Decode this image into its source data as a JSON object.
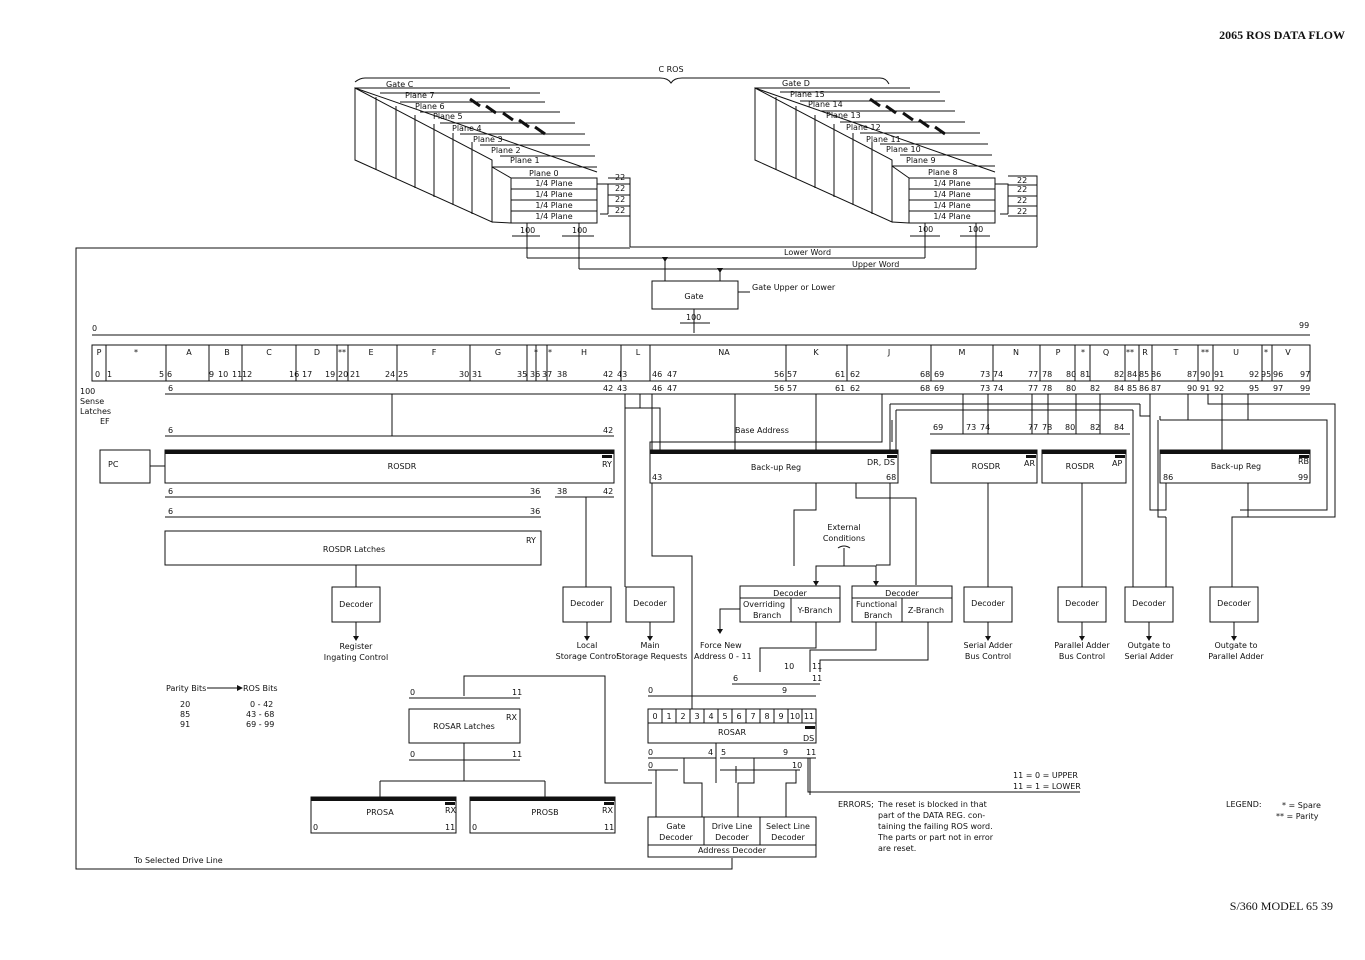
{
  "page": {
    "header": "2065 ROS DATA FLOW",
    "footer": "S/360 MODEL 65   39"
  },
  "cros": {
    "title": "C ROS",
    "gate_c": "Gate C",
    "gate_d": "Gate D",
    "left_planes": [
      "Plane 7",
      "Plane 6",
      "Plane 5",
      "Plane 4",
      "Plane 3",
      "Plane 2",
      "Plane 1",
      "Plane 0"
    ],
    "right_planes": [
      "Plane 15",
      "Plane 14",
      "Plane 13",
      "Plane 12",
      "Plane 11",
      "Plane 10",
      "Plane 9",
      "Plane 8"
    ],
    "quarter": "1/4 Plane",
    "quarter_count": "22",
    "out_count": "100",
    "lower_word": "Lower Word",
    "upper_word": "Upper Word"
  },
  "gate": {
    "label": "Gate",
    "control": "Gate Upper or Lower",
    "width": "100"
  },
  "bus": {
    "start": "0",
    "end": "99"
  },
  "fields": {
    "names": [
      {
        "id": "p",
        "t": "P"
      },
      {
        "id": "s1",
        "t": "*"
      },
      {
        "id": "a",
        "t": "A"
      },
      {
        "id": "b",
        "t": "B"
      },
      {
        "id": "c",
        "t": "C"
      },
      {
        "id": "d",
        "t": "D"
      },
      {
        "id": "ss1",
        "t": "**"
      },
      {
        "id": "e",
        "t": "E"
      },
      {
        "id": "f",
        "t": "F"
      },
      {
        "id": "g",
        "t": "G"
      },
      {
        "id": "s2",
        "t": "*"
      },
      {
        "id": "s3",
        "t": "*"
      },
      {
        "id": "h",
        "t": "H"
      },
      {
        "id": "l",
        "t": "L"
      },
      {
        "id": "na",
        "t": "NA"
      },
      {
        "id": "k",
        "t": "K"
      },
      {
        "id": "j",
        "t": "J"
      },
      {
        "id": "m",
        "t": "M"
      },
      {
        "id": "n",
        "t": "N"
      },
      {
        "id": "pp",
        "t": "P"
      },
      {
        "id": "s4",
        "t": "*"
      },
      {
        "id": "q",
        "t": "Q"
      },
      {
        "id": "ss2",
        "t": "**"
      },
      {
        "id": "r",
        "t": "R"
      },
      {
        "id": "t",
        "t": "T"
      },
      {
        "id": "ss3",
        "t": "**"
      },
      {
        "id": "u",
        "t": "U"
      },
      {
        "id": "s5",
        "t": "*"
      },
      {
        "id": "v",
        "t": "V"
      }
    ],
    "bits": [
      {
        "id": "0",
        "t": "0"
      },
      {
        "id": "1",
        "t": "1"
      },
      {
        "id": "5",
        "t": "5"
      },
      {
        "id": "6",
        "t": "6"
      },
      {
        "id": "9",
        "t": "9"
      },
      {
        "id": "10",
        "t": "10"
      },
      {
        "id": "11",
        "t": "11"
      },
      {
        "id": "12",
        "t": "12"
      },
      {
        "id": "16",
        "t": "16"
      },
      {
        "id": "17",
        "t": "17"
      },
      {
        "id": "19",
        "t": "19"
      },
      {
        "id": "20",
        "t": "20"
      },
      {
        "id": "21",
        "t": "21"
      },
      {
        "id": "24",
        "t": "24"
      },
      {
        "id": "25",
        "t": "25"
      },
      {
        "id": "30",
        "t": "30"
      },
      {
        "id": "31",
        "t": "31"
      },
      {
        "id": "35",
        "t": "35"
      },
      {
        "id": "36",
        "t": "36"
      },
      {
        "id": "37",
        "t": "37"
      },
      {
        "id": "38",
        "t": "38"
      },
      {
        "id": "42",
        "t": "42"
      },
      {
        "id": "43",
        "t": "43"
      },
      {
        "id": "46",
        "t": "46"
      },
      {
        "id": "47",
        "t": "47"
      },
      {
        "id": "56",
        "t": "56"
      },
      {
        "id": "57",
        "t": "57"
      },
      {
        "id": "61",
        "t": "61"
      },
      {
        "id": "62",
        "t": "62"
      },
      {
        "id": "68",
        "t": "68"
      },
      {
        "id": "69",
        "t": "69"
      },
      {
        "id": "73",
        "t": "73"
      },
      {
        "id": "74",
        "t": "74"
      },
      {
        "id": "77",
        "t": "77"
      },
      {
        "id": "78",
        "t": "78"
      },
      {
        "id": "80",
        "t": "80"
      },
      {
        "id": "81",
        "t": "81"
      },
      {
        "id": "82",
        "t": "82"
      },
      {
        "id": "84",
        "t": "84"
      },
      {
        "id": "85",
        "t": "85"
      },
      {
        "id": "86",
        "t": "86"
      },
      {
        "id": "87",
        "t": "87"
      },
      {
        "id": "90",
        "t": "90"
      },
      {
        "id": "91",
        "t": "91"
      },
      {
        "id": "92",
        "t": "92"
      },
      {
        "id": "95",
        "t": "95"
      },
      {
        "id": "96",
        "t": "96"
      },
      {
        "id": "97",
        "t": "97"
      },
      {
        "id": "99",
        "t": "99"
      }
    ],
    "sub": [
      "6",
      "42",
      "43",
      "46",
      "47",
      "56",
      "57",
      "61",
      "62",
      "68",
      "69",
      "73",
      "74",
      "77",
      "78",
      "80",
      "82",
      "84",
      "85",
      "86",
      "87",
      "90",
      "91",
      "92",
      "95",
      "97",
      "99"
    ],
    "sense_label": [
      "100",
      "Sense",
      "Latches",
      "EF"
    ]
  },
  "blocks": {
    "pc": "PC",
    "rosdr": "ROSDR",
    "ry": "RY",
    "backup": "Back-up Reg",
    "dr_ds": "DR, DS",
    "base_address": "Base Address",
    "rosdr_ar": "ROSDR",
    "ar": "AR",
    "rosdr_ap": "ROSDR",
    "ap": "AP",
    "backup2": "Back-up Reg",
    "rb": "RB",
    "rosdr_latches": "ROSDR Latches",
    "external": [
      "External",
      "Conditions"
    ],
    "decoder": "Decoder",
    "overriding": [
      "Overriding",
      "Branch"
    ],
    "y_branch": "Y-Branch",
    "functional": [
      "Functional",
      "Branch"
    ],
    "z_branch": "Z-Branch"
  },
  "outputs": {
    "register": [
      "Register",
      "Ingating Control"
    ],
    "local": [
      "Local",
      "Storage Control"
    ],
    "main": [
      "Main",
      "Storage Requests"
    ],
    "force": [
      "Force New",
      "Address 0 - 11"
    ],
    "serial_adder": [
      "Serial Adder",
      "Bus Control"
    ],
    "parallel_adder": [
      "Parallel Adder",
      "Bus Control"
    ],
    "outgate_serial": [
      "Outgate to",
      "Serial Adder"
    ],
    "outgate_parallel": [
      "Outgate to",
      "Parallel Adder"
    ]
  },
  "parity": {
    "left_header": "Parity Bits",
    "right_header": "ROS Bits",
    "rows": [
      {
        "bit": "20",
        "ros": "0 - 42"
      },
      {
        "bit": "85",
        "ros": "43 - 68"
      },
      {
        "bit": "91",
        "ros": "69 - 99"
      }
    ]
  },
  "rosar": {
    "latches": "ROSAR Latches",
    "rx": "RX",
    "label": "ROSAR",
    "ds": "DS",
    "bits": [
      "0",
      "1",
      "2",
      "3",
      "4",
      "5",
      "6",
      "7",
      "8",
      "9",
      "10",
      "11"
    ],
    "prosa": "PROSA",
    "prosb": "PROSB",
    "gate_decoder": [
      "Gate",
      "Decoder"
    ],
    "drive_line_decoder": [
      "Drive Line",
      "Decoder"
    ],
    "select_line_decoder": [
      "Select Line",
      "Decoder"
    ],
    "address_decoder": "Address Decoder",
    "upper_note": "11 = 0 = UPPER",
    "lower_note": "11 = 1 = LOWER",
    "to_selected": "To Selected Drive Line"
  },
  "notes": {
    "errors_label": "ERRORS;",
    "errors_text": [
      "The reset is blocked in that",
      "part of the DATA REG. con-",
      "taining the failing ROS word.",
      "The parts or part not in error",
      "are reset."
    ],
    "legend_label": "LEGEND:",
    "legend": [
      "* = Spare",
      "** = Parity"
    ]
  }
}
